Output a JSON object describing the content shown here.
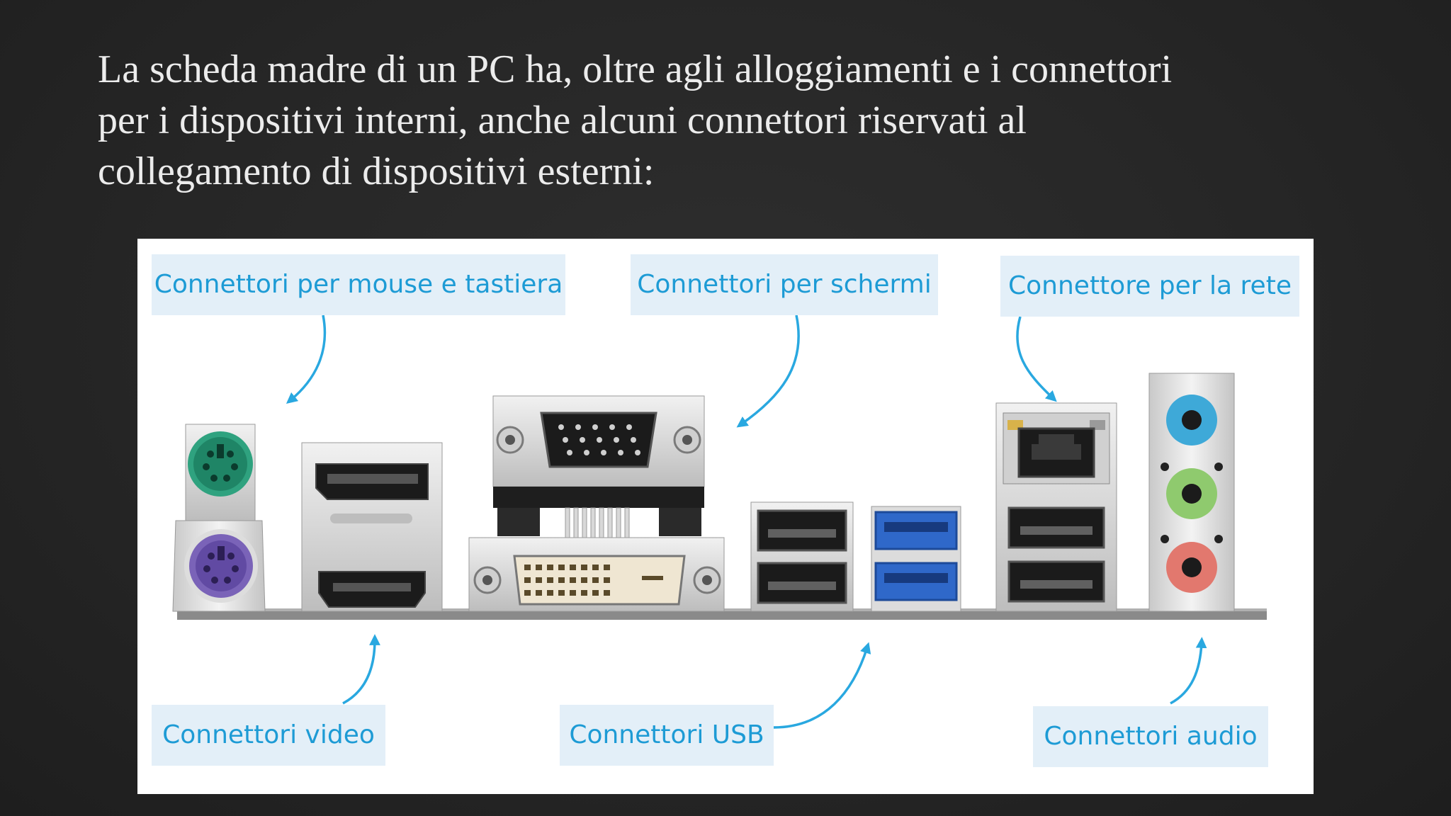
{
  "slide": {
    "text_lines": [
      "La scheda madre di un PC ha, oltre agli alloggiamenti e i connettori",
      "per i dispositivi interni, anche alcuni connettori riservati al",
      "collegamento di dispositivi esterni:"
    ]
  },
  "diagram": {
    "labels": {
      "mouse_keyboard": "Connettori per mouse e tastiera",
      "screens": "Connettori per schermi",
      "network": "Connettore per la rete",
      "video": "Connettori video",
      "usb": "Connettori USB",
      "audio": "Connettori audio"
    },
    "colors": {
      "label_text": "#1d9bd5",
      "label_bg": "#e3eff8",
      "arrow": "#29a8e0",
      "ps2_mouse": "#2fa27f",
      "ps2_keyboard": "#7a63b8",
      "usb3": "#2f68c9",
      "audio_line_in": "#3ea9d8",
      "audio_line_out": "#8fca6e",
      "audio_mic": "#e2786e"
    }
  }
}
